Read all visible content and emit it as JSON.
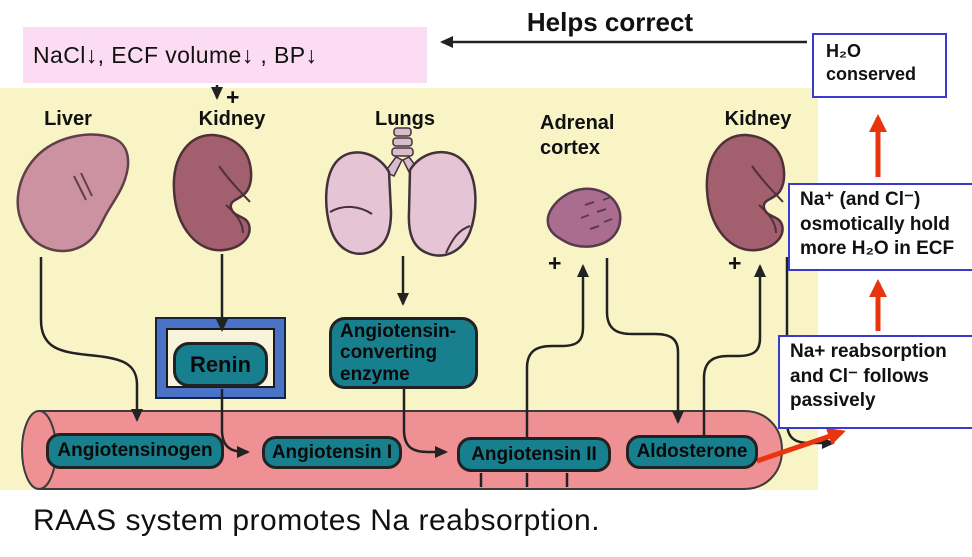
{
  "colors": {
    "background_yellow": "#f8f4c6",
    "condition_pink": "#fbdcf2",
    "vessel_pink": "#ef9194",
    "mediator_teal": "#177f8d",
    "renin_frame_blue": "#4a73c8",
    "effect_box_border": "#3a3acc",
    "arrow_red": "#e8350e",
    "arrow_blue": "#2433d6",
    "line_black": "#222222"
  },
  "top": {
    "condition": "NaCl↓, ECF volume↓ , BP↓",
    "helps_correct": "Helps correct",
    "h2o_conserved": "H₂O\nconserved"
  },
  "organs": {
    "liver": "Liver",
    "kidney_left": "Kidney",
    "lungs": "Lungs",
    "adrenal_cortex": "Adrenal cortex",
    "kidney_right": "Kidney"
  },
  "mediators": {
    "renin": "Renin",
    "ace": "Angiotensin-\nconverting\nenzyme",
    "angiotensinogen": "Angiotensinogen",
    "angiotensin_i": "Angiotensin I",
    "angiotensin_ii": "Angiotensin II",
    "aldosterone": "Aldosterone"
  },
  "effects": {
    "na_osmotic": "Na⁺ (and Cl⁻)\nosmotically hold\nmore H₂O in ECF",
    "na_reabsorption": "Na+ reabsorption\nand Cl⁻  follows\npassively"
  },
  "symbols": {
    "plus": "+"
  },
  "caption": "RAAS system promotes Na reabsorption."
}
